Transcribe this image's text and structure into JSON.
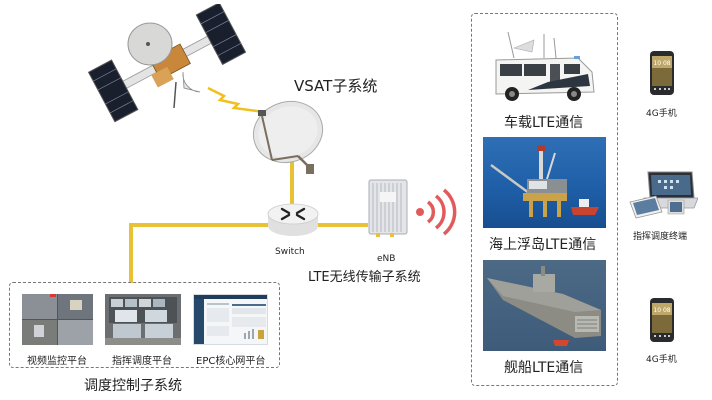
{
  "vsat": {
    "title": "VSAT子系统"
  },
  "switch": {
    "label": "Switch"
  },
  "enb": {
    "label": "eNB"
  },
  "lte_transport": {
    "title": "LTE无线传输子系统"
  },
  "dispatch": {
    "title": "调度控制子系统",
    "platforms": [
      {
        "label": "视频监控平台"
      },
      {
        "label": "指挥调度平台"
      },
      {
        "label": "EPC核心网平台"
      }
    ]
  },
  "lte_scenarios": [
    {
      "label": "车载LTE通信"
    },
    {
      "label": "海上浮岛LTE通信"
    },
    {
      "label": "舰船LTE通信"
    }
  ],
  "terminals": [
    {
      "label": "4G手机",
      "clock": "10 08"
    },
    {
      "label": "指挥调度终端"
    },
    {
      "label": "4G手机",
      "clock": "10 08"
    }
  ],
  "colors": {
    "wire": "#e8c234",
    "signal": "#e25b5b",
    "lightning": "#f0c020",
    "sea": "#1f5fa8"
  }
}
